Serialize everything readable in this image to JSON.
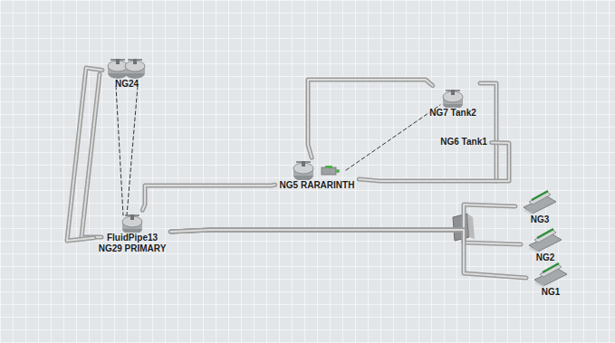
{
  "diagram": {
    "nodes": [
      {
        "text": [
          "NG24"
        ]
      },
      {
        "text": [
          "NG7 Tank2"
        ]
      },
      {
        "text": [
          "NG6 Tank1"
        ]
      },
      {
        "text": [
          "NG5  RARARINTH"
        ]
      },
      {
        "text": [
          "FluidPipe13",
          "NG29 PRIMARY"
        ]
      },
      {
        "text": [
          "NG3"
        ]
      },
      {
        "text": [
          "NG2"
        ]
      },
      {
        "text": [
          "NG1"
        ]
      }
    ],
    "edges": [
      {
        "from": 0,
        "to": 4,
        "arrow": "none"
      },
      {
        "from": 4,
        "to": 3,
        "arrow": "none"
      },
      {
        "from": 3,
        "to": 1,
        "arrow": "none"
      },
      {
        "from": 3,
        "to": 2,
        "arrow": "none"
      },
      {
        "from": 4,
        "to": 5,
        "arrow": "none"
      },
      {
        "from": 4,
        "to": 6,
        "arrow": "none"
      },
      {
        "from": 4,
        "to": 7,
        "arrow": "none"
      }
    ]
  }
}
